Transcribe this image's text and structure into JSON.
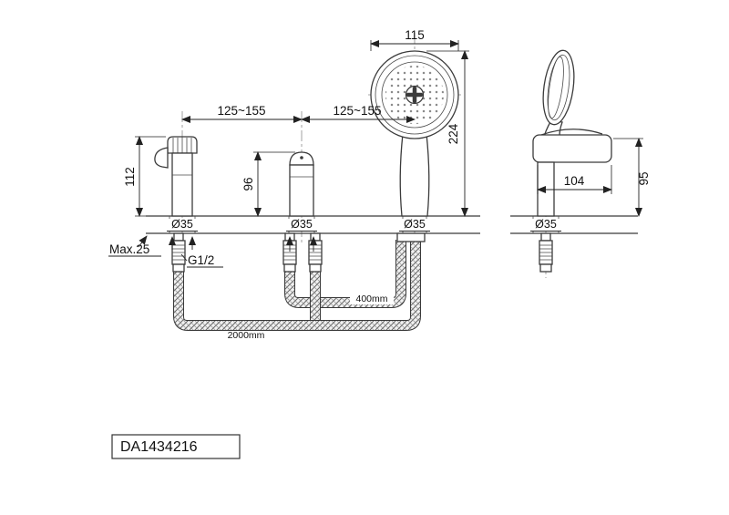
{
  "drawing": {
    "part_number": "DA1434216",
    "front_view": {
      "head_width": "115",
      "overall_height": "224",
      "spout_to_diverter": "125~155",
      "diverter_to_shower": "125~155",
      "spout_height": "112",
      "diverter_height": "96",
      "hole_spout": "Ø35",
      "hole_diverter": "Ø35",
      "hole_shower": "Ø35",
      "deck_thickness": "Max.25",
      "thread_size": "G1/2",
      "hose_short": "400mm",
      "hose_long": "2000mm"
    },
    "side_view": {
      "body_depth": "104",
      "body_height": "95",
      "hole": "Ø35"
    }
  }
}
